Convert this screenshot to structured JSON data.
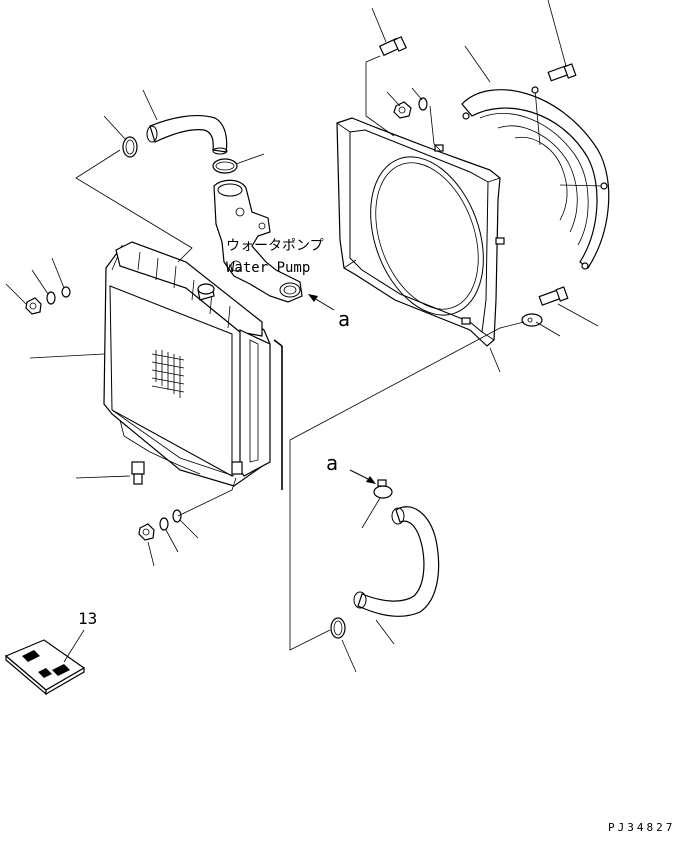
{
  "labels": {
    "pump_jp": "ウォータポンプ",
    "pump_en": "Water Pump",
    "ref_upper": "a",
    "ref_lower": "a",
    "item_number": "13",
    "drawing_id": "PJ34827"
  }
}
